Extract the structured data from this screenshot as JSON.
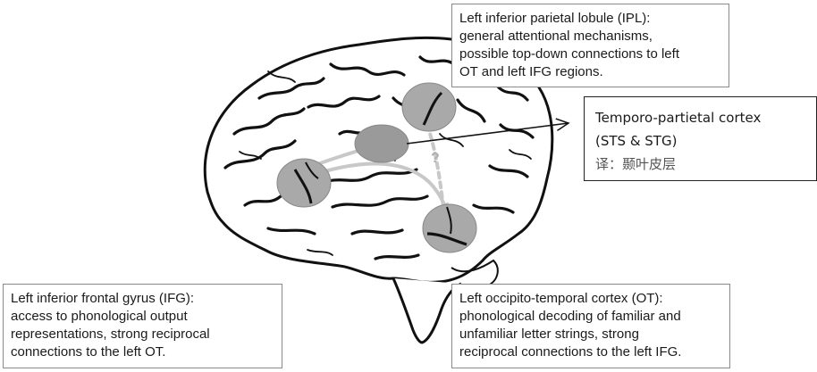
{
  "callouts": {
    "ipl": {
      "lines": [
        "Left inferior parietal lobule (IPL):",
        "general attentional mechanisms,",
        "possible top-down connections to left",
        "OT and left IFG regions."
      ]
    },
    "temporo_parietal": {
      "lines": [
        "Temporo-partietal  cortex",
        "(STS & STG)",
        "译：颞叶皮层"
      ]
    },
    "ifg": {
      "lines": [
        "Left inferior frontal gyrus (IFG):",
        "access to phonological output",
        "representations, strong reciprocal",
        "connections to the left OT."
      ]
    },
    "ot": {
      "lines": [
        "Left occipito-temporal cortex (OT):",
        "phonological decoding of familiar and",
        "unfamiliar letter strings, strong",
        "reciprocal connections to the left IFG."
      ]
    }
  },
  "diagram": {
    "question_mark": "?",
    "colors": {
      "brain_outline": "#111111",
      "region_fill": "#a9a9a9",
      "region_fill_dark": "#9a9a9a",
      "connection": "#c8c8c8",
      "callout_border": "#8a8a8a",
      "text": "#1a1a1a"
    },
    "regions": [
      "IPL",
      "STS/STG",
      "IFG",
      "OT"
    ]
  }
}
